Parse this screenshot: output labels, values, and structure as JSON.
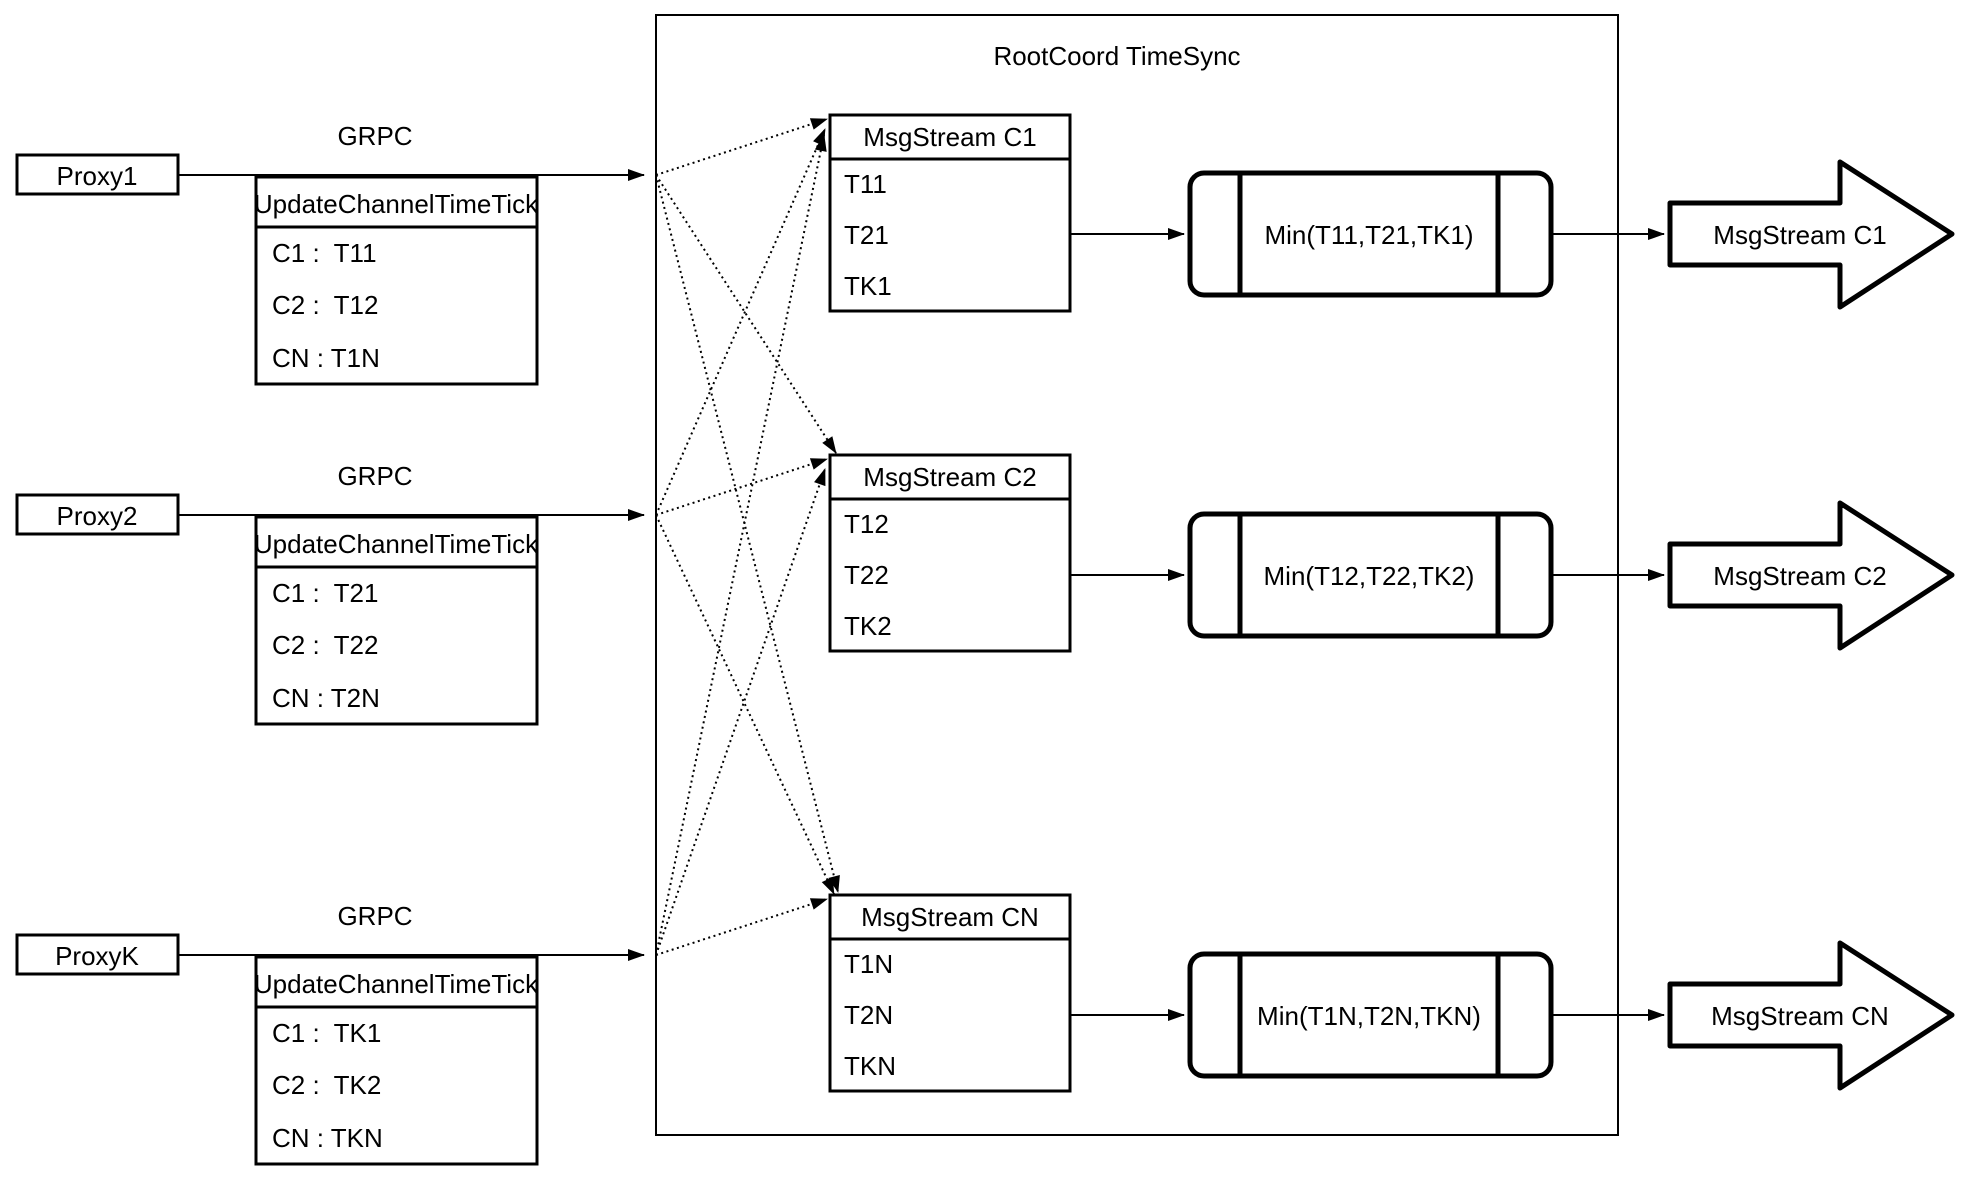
{
  "colors": {
    "ink": "#000000",
    "background": "#ffffff"
  },
  "container": {
    "title": "RootCoord TimeSync"
  },
  "proxies": [
    {
      "label": "Proxy1",
      "protocol": "GRPC",
      "message": {
        "title": "UpdateChannelTimeTick",
        "rows": [
          "C1 :  T11",
          "C2 :  T12",
          "CN : T1N"
        ]
      }
    },
    {
      "label": "Proxy2",
      "protocol": "GRPC",
      "message": {
        "title": "UpdateChannelTimeTick",
        "rows": [
          "C1 :  T21",
          "C2 :  T22",
          "CN : T2N"
        ]
      }
    },
    {
      "label": "ProxyK",
      "protocol": "GRPC",
      "message": {
        "title": "UpdateChannelTimeTick",
        "rows": [
          "C1 :  TK1",
          "C2 :  TK2",
          "CN : TKN"
        ]
      }
    }
  ],
  "channels": [
    {
      "buffer": {
        "title": "MsgStream C1",
        "rows": [
          "T11",
          "T21",
          "TK1"
        ]
      },
      "reducer": "Min(T11,T21,TK1)",
      "output": "MsgStream C1"
    },
    {
      "buffer": {
        "title": "MsgStream C2",
        "rows": [
          "T12",
          "T22",
          "TK2"
        ]
      },
      "reducer": "Min(T12,T22,TK2)",
      "output": "MsgStream C2"
    },
    {
      "buffer": {
        "title": "MsgStream CN",
        "rows": [
          "T1N",
          "T2N",
          "TKN"
        ]
      },
      "reducer": "Min(T1N,T2N,TKN)",
      "output": "MsgStream CN"
    }
  ]
}
